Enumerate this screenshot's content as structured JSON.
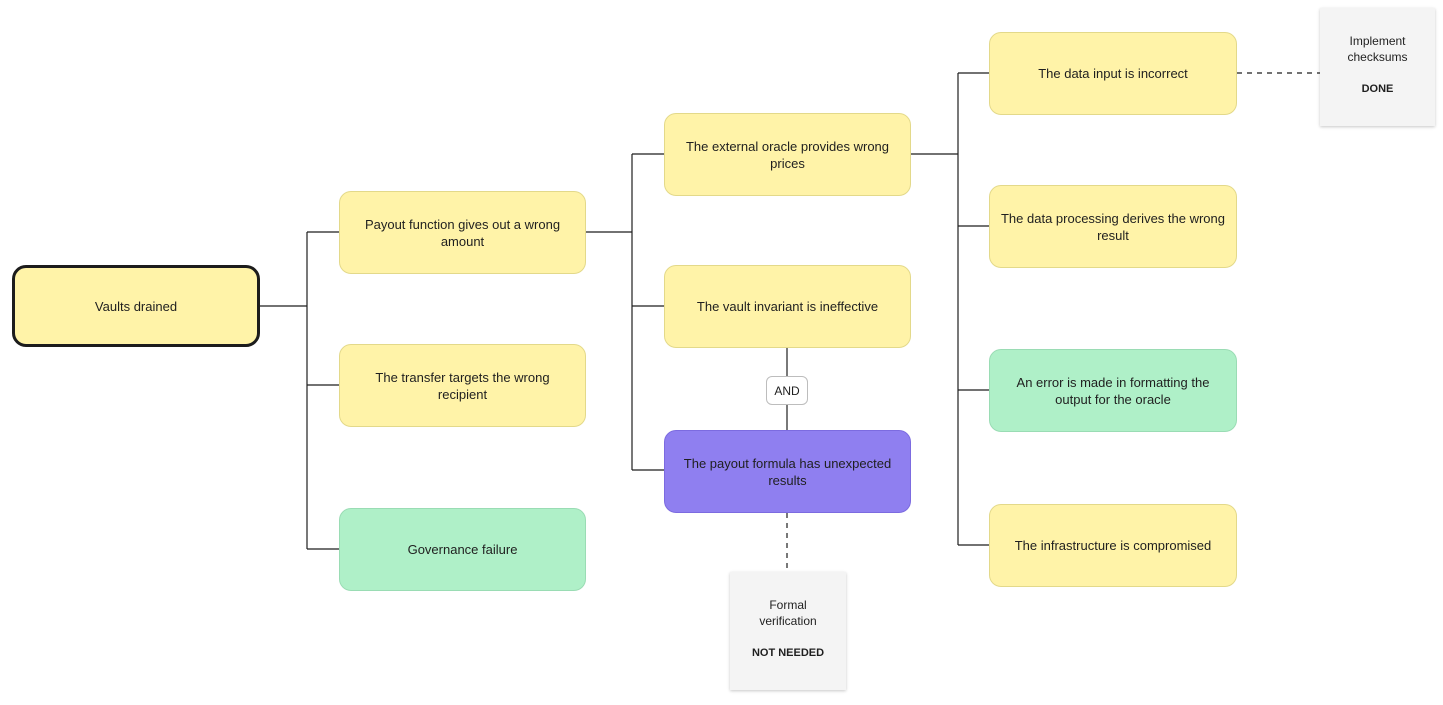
{
  "colors": {
    "yellow": "#fff3a8",
    "green": "#aff0c8",
    "purple": "#8f7ff0",
    "line": "#1f1f1f",
    "note": "#f4f4f4"
  },
  "nodes": {
    "root": {
      "label": "Vaults drained",
      "color": "yellow"
    },
    "payout_wrong_amount": {
      "label": "Payout function gives out a wrong amount",
      "color": "yellow"
    },
    "wrong_recipient": {
      "label": "The transfer targets the wrong recipient",
      "color": "yellow"
    },
    "governance_failure": {
      "label": "Governance failure",
      "color": "green"
    },
    "oracle_wrong_prices": {
      "label": "The external oracle provides wrong prices",
      "color": "yellow"
    },
    "vault_invariant": {
      "label": "The vault invariant is ineffective",
      "color": "yellow"
    },
    "payout_formula": {
      "label": "The payout formula has unexpected results",
      "color": "purple"
    },
    "data_input_incorrect": {
      "label": "The data input is incorrect",
      "color": "yellow"
    },
    "data_processing": {
      "label": "The data processing derives the wrong result",
      "color": "yellow"
    },
    "formatting_error": {
      "label": "An error is made in formatting the output for the oracle",
      "color": "green"
    },
    "infrastructure": {
      "label": "The infrastructure is compromised",
      "color": "yellow"
    }
  },
  "and_gate": {
    "label": "AND"
  },
  "notes": {
    "checksums": {
      "title": "Implement checksums",
      "status": "DONE"
    },
    "formal_verification": {
      "title": "Formal verification",
      "status": "NOT NEEDED"
    }
  }
}
